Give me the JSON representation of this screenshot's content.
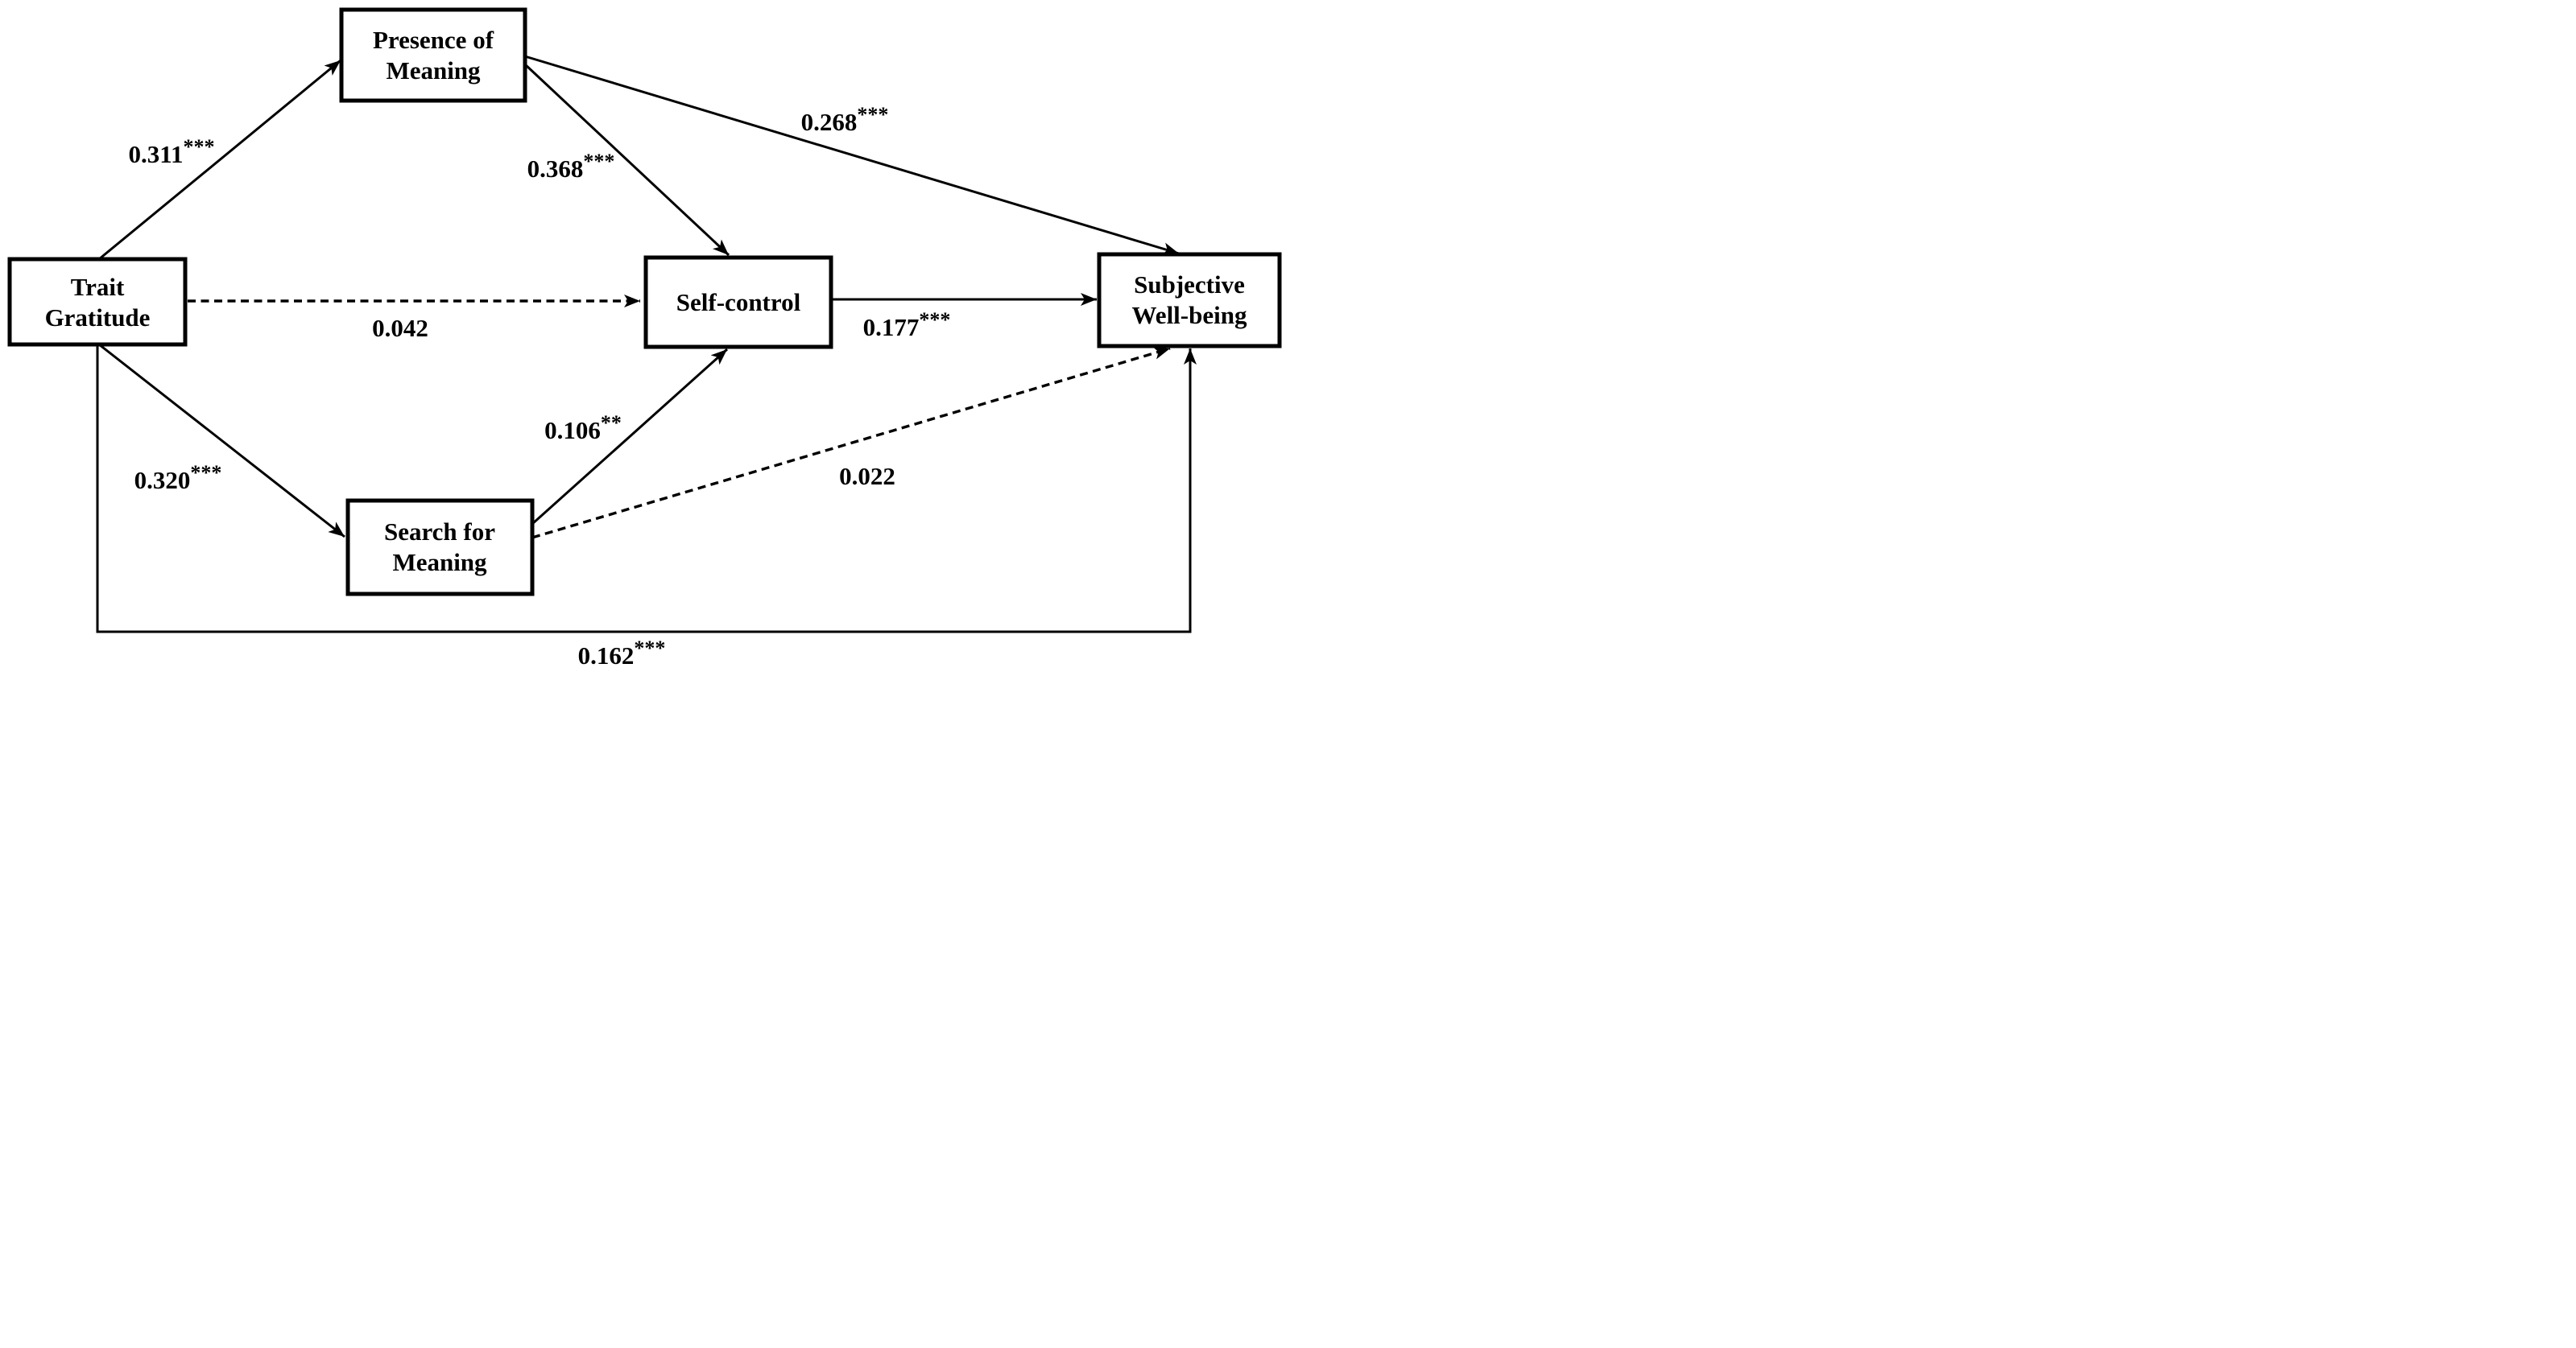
{
  "figure": {
    "type": "structural-path-diagram",
    "background_color": "#ffffff",
    "line_color": "#000000",
    "nodes": [
      {
        "id": "trait-gratitude",
        "label": "Trait Gratitude",
        "lines": [
          "Trait",
          "Gratitude"
        ]
      },
      {
        "id": "presence-of-meaning",
        "label": "Presence of Meaning",
        "lines": [
          "Presence of",
          "Meaning"
        ]
      },
      {
        "id": "self-control",
        "label": "Self-control",
        "lines": [
          "Self-control"
        ]
      },
      {
        "id": "search-for-meaning",
        "label": "Search for Meaning",
        "lines": [
          "Search for",
          "Meaning"
        ]
      },
      {
        "id": "subjective-well-being",
        "label": "Subjective Well-being",
        "lines": [
          "Subjective",
          "Well-being"
        ]
      }
    ],
    "edges": [
      {
        "from": "trait-gratitude",
        "to": "presence-of-meaning",
        "coefficient": "0.311",
        "significance": "***",
        "style": "solid"
      },
      {
        "from": "presence-of-meaning",
        "to": "subjective-well-being",
        "coefficient": "0.268",
        "significance": "***",
        "style": "solid"
      },
      {
        "from": "presence-of-meaning",
        "to": "self-control",
        "coefficient": "0.368",
        "significance": "***",
        "style": "solid"
      },
      {
        "from": "trait-gratitude",
        "to": "self-control",
        "coefficient": "0.042",
        "significance": "",
        "style": "dashed"
      },
      {
        "from": "self-control",
        "to": "subjective-well-being",
        "coefficient": "0.177",
        "significance": "***",
        "style": "solid"
      },
      {
        "from": "trait-gratitude",
        "to": "search-for-meaning",
        "coefficient": "0.320",
        "significance": "***",
        "style": "solid"
      },
      {
        "from": "search-for-meaning",
        "to": "self-control",
        "coefficient": "0.106",
        "significance": "**",
        "style": "solid"
      },
      {
        "from": "search-for-meaning",
        "to": "subjective-well-being",
        "coefficient": "0.022",
        "significance": "",
        "style": "dashed"
      },
      {
        "from": "trait-gratitude",
        "to": "subjective-well-being",
        "coefficient": "0.162",
        "significance": "***",
        "style": "solid",
        "route": "bottom"
      }
    ]
  }
}
